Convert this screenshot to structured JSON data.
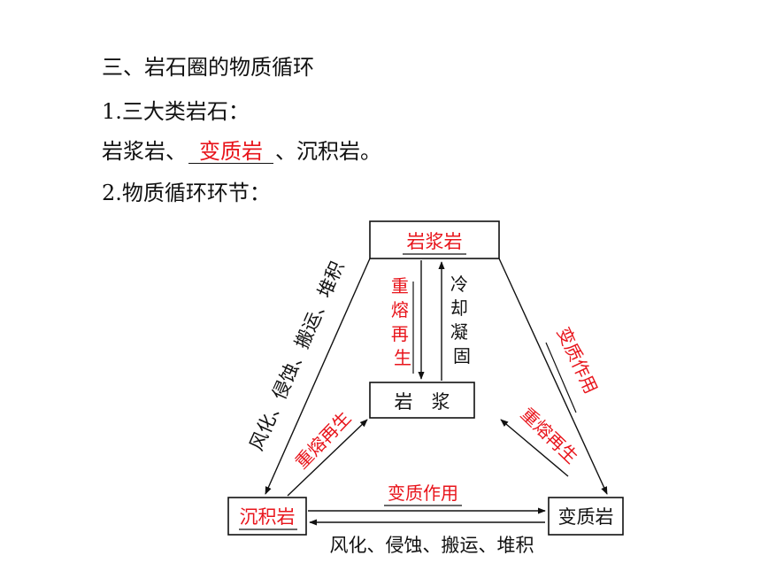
{
  "heading": "三、岩石圈的物质循环",
  "item1": "1.三大类岩石：",
  "rock_line": {
    "prefix": "岩浆岩、",
    "blank_answer": "变质岩",
    "suffix": "、沉积岩。"
  },
  "item2": "2.物质循环环节：",
  "diagram": {
    "top_box": "岩浆岩",
    "center_box": "岩　浆",
    "left_box": "沉积岩",
    "right_box": "变质岩",
    "cool_label": "冷却凝固",
    "remelt_center": "重熔再生",
    "left_side_label": "风化、侵蚀、搬运、堆积",
    "right_side_label": "变质作用",
    "remelt_left": "重熔再生",
    "remelt_right": "重熔再生",
    "bottom_top_label": "变质作用",
    "bottom_label": "风化、侵蚀、搬运、堆积",
    "colors": {
      "answer": "#e8141b",
      "ink": "#111111"
    }
  }
}
